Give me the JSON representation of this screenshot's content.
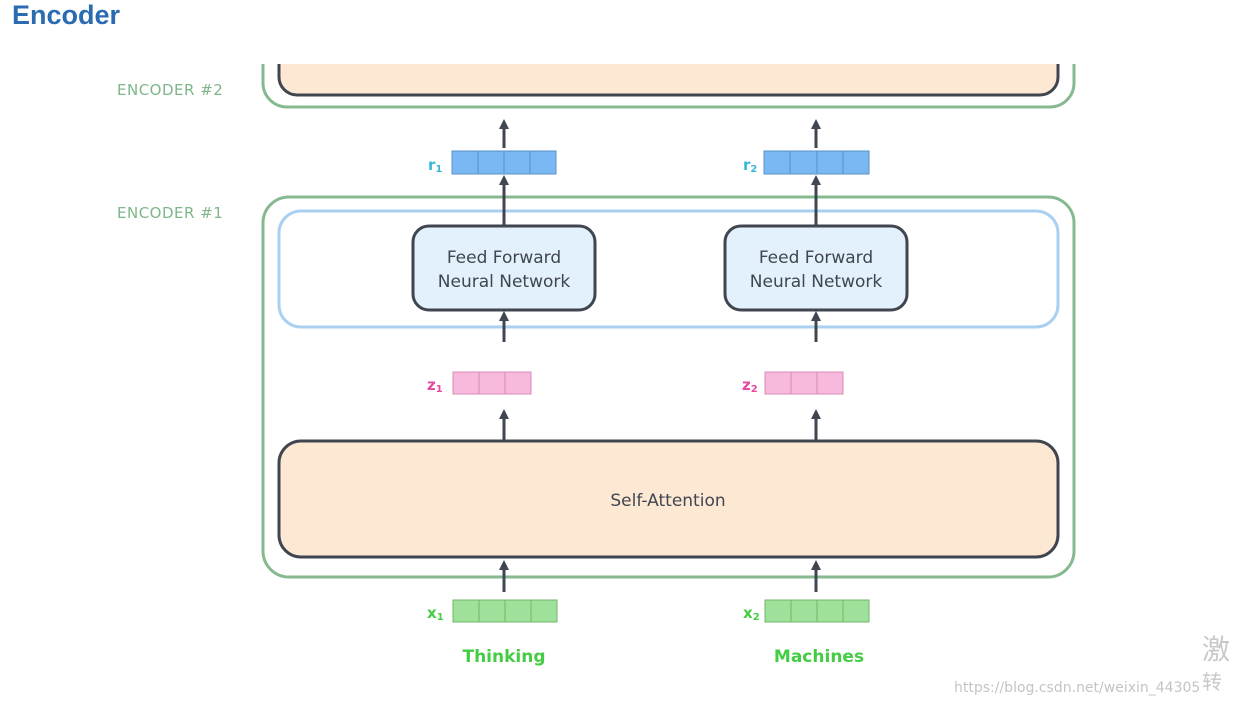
{
  "title": "Encoder",
  "labels": {
    "encoder2": "ENCODER #2",
    "encoder1": "ENCODER #1",
    "self_attention": "Self-Attention",
    "ffnn_line1": "Feed Forward",
    "ffnn_line2": "Neural Network"
  },
  "vectors": {
    "r1": {
      "letter": "r",
      "sub": "1"
    },
    "r2": {
      "letter": "r",
      "sub": "2"
    },
    "z1": {
      "letter": "z",
      "sub": "1"
    },
    "z2": {
      "letter": "z",
      "sub": "2"
    },
    "x1": {
      "letter": "x",
      "sub": "1"
    },
    "x2": {
      "letter": "x",
      "sub": "2"
    }
  },
  "words": {
    "w1": "Thinking",
    "w2": "Machines"
  },
  "watermark": {
    "url": "https://blog.csdn.net/weixin_44305",
    "cjk1": "激",
    "cjk2": "转"
  },
  "colors": {
    "encoder_border": "#86b98f",
    "ffnn_layer_border": "#a9d0f0",
    "attention_fill": "#fde8d4",
    "ffnn_fill": "#e3f1fc",
    "r_vector": "#7ab8f4",
    "z_vector": "#f7b9dc",
    "x_vector": "#9fe09a",
    "r_label": "#38b8d8",
    "z_label": "#e8489e",
    "x_label": "#44cc44",
    "arrow": "#404650"
  }
}
